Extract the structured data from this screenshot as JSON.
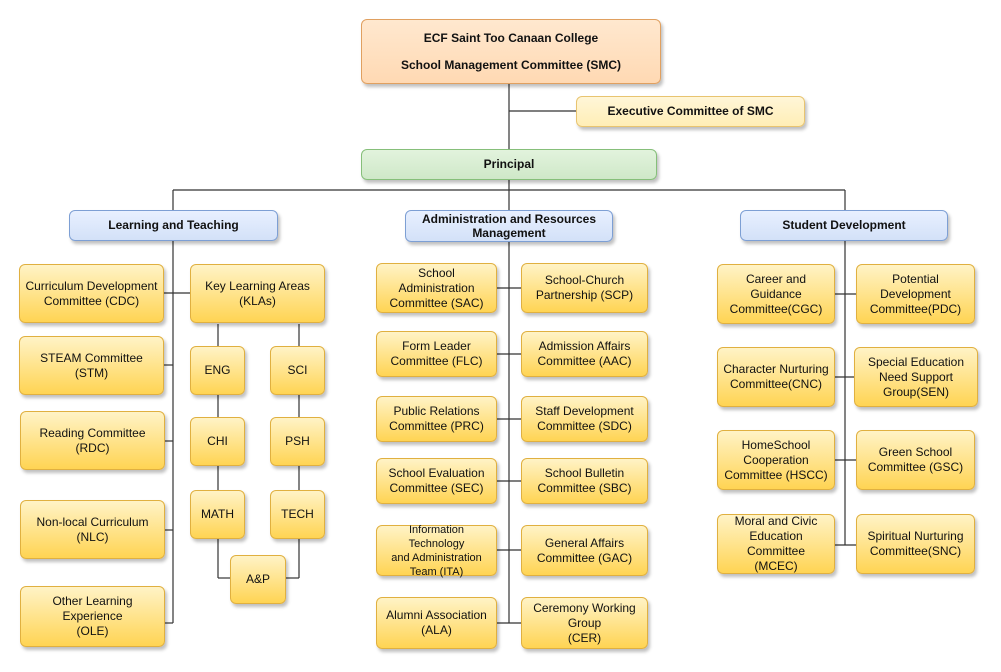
{
  "root": {
    "line1": "ECF Saint Too Canaan College",
    "line2": "School Management Committee (SMC)"
  },
  "executive": "Executive Committee of SMC",
  "principal": "Principal",
  "divisions": {
    "learning": "Learning and Teaching",
    "admin_line1": "Administration and Resources",
    "admin_line2": "Management",
    "student": "Student Development"
  },
  "learning": {
    "cdc": [
      "Curriculum Development",
      "Committee (CDC)"
    ],
    "stm": [
      "STEAM Committee (STM)"
    ],
    "rdc": [
      "Reading Committee",
      "(RDC)"
    ],
    "nlc": [
      "Non-local Curriculum",
      "(NLC)"
    ],
    "ole": [
      "Other Learning",
      "Experience",
      "(OLE)"
    ],
    "kla": [
      "Key Learning Areas",
      "(KLAs)"
    ],
    "subjects": {
      "eng": "ENG",
      "sci": "SCI",
      "chi": "CHI",
      "psh": "PSH",
      "math": "MATH",
      "tech": "TECH",
      "ap": "A&P"
    }
  },
  "admin": {
    "sac": [
      "School Administration",
      "Committee (SAC)"
    ],
    "scp": [
      "School-Church",
      "Partnership (SCP)"
    ],
    "flc": [
      "Form Leader",
      "Committee (FLC)"
    ],
    "aac": [
      "Admission Affairs",
      "Committee (AAC)"
    ],
    "prc": [
      "Public Relations",
      "Committee (PRC)"
    ],
    "sdc": [
      "Staff Development",
      "Committee (SDC)"
    ],
    "sec": [
      "School Evaluation",
      "Committee (SEC)"
    ],
    "sbc": [
      "School Bulletin",
      "Committee (SBC)"
    ],
    "ita": [
      "Information Technology",
      "and Administration",
      "Team (ITA)"
    ],
    "gac": [
      "General Affairs",
      "Committee (GAC)"
    ],
    "ala": [
      "Alumni Association",
      "(ALA)"
    ],
    "cer": [
      "Ceremony Working",
      "Group",
      "(CER)"
    ]
  },
  "student": {
    "cgc": [
      "Career and Guidance",
      "Committee(CGC)"
    ],
    "pdc": [
      "Potential",
      "Development",
      "Committee(PDC)"
    ],
    "cnc": [
      "Character Nurturing",
      "Committee(CNC)"
    ],
    "sen": [
      "Special Education",
      "Need Support",
      "Group(SEN)"
    ],
    "hscc": [
      "HomeSchool",
      "Cooperation",
      "Committee (HSCC)"
    ],
    "gsc": [
      "Green School",
      "Committee (GSC)"
    ],
    "mcec": [
      "Moral and Civic",
      "Education Committee",
      "(MCEC)"
    ],
    "snc": [
      "Spiritual Nurturing",
      "Committee(SNC)"
    ]
  }
}
